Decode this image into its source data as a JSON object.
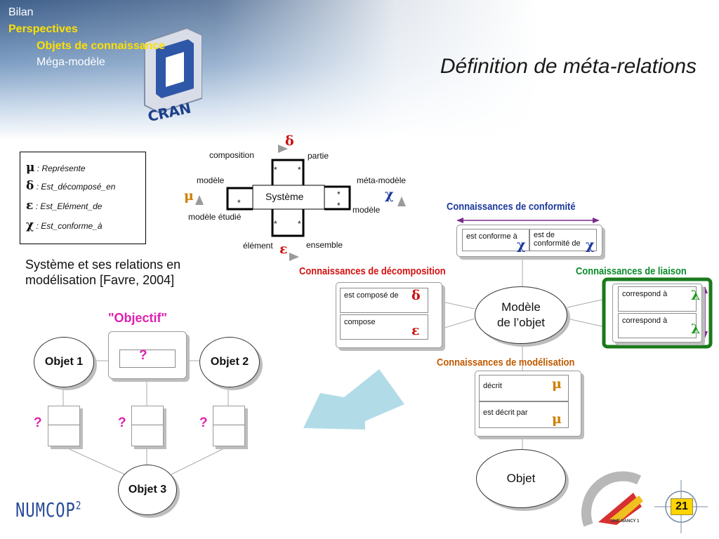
{
  "nav": {
    "item1": "Bilan",
    "item2": "Perspectives",
    "item3": "Objets de connaissance",
    "item4": "Méga-modèle"
  },
  "logo_text": "CRAN",
  "title": "Définition de méta-relations",
  "legend": {
    "mu": {
      "symbol": "μ",
      "text": ": Représente"
    },
    "delta": {
      "symbol": "δ",
      "text": ": Est_décomposé_en"
    },
    "epsilon": {
      "symbol": "ε",
      "text": ": Est_Elément_de"
    },
    "chi": {
      "symbol": "χ",
      "text": ": Est_conforme_à"
    }
  },
  "caption": "Système et ses relations en modélisation [Favre, 2004]",
  "systeme": {
    "center": "Système",
    "composition": "composition",
    "partie": "partie",
    "modele_left": "modèle",
    "modele_etudie": "modèle étudié",
    "meta_modele": "méta-modèle",
    "modele_right": "modèle",
    "element": "élément",
    "ensemble": "ensemble",
    "star": "*"
  },
  "objectif": {
    "label": "\"Objectif\"",
    "objet1": "Objet 1",
    "objet2": "Objet 2",
    "objet3": "Objet 3",
    "question": "?"
  },
  "knowledge": {
    "conformite": {
      "title": "Connaissances de conformité",
      "rel1": "est conforme à",
      "rel2": "est de conformité de"
    },
    "decomposition": {
      "title": "Connaissances de décomposition",
      "rel1": "est composé de",
      "rel2": "compose"
    },
    "liaison": {
      "title": "Connaissances de liaison",
      "rel1": "correspond à",
      "rel2": "correspond à"
    },
    "modelisation": {
      "title": "Connaissances de modélisation",
      "rel1": "décrit",
      "rel2": "est décrit par"
    },
    "modele_objet_line1": "Modèle",
    "modele_objet_line2": "de l’objet",
    "objet": "Objet"
  },
  "symbols": {
    "mu": "μ",
    "delta": "δ",
    "epsilon": "ε",
    "chi": "χ",
    "lambda": "λ"
  },
  "footer": {
    "numcop": "NUMCOP",
    "numcop_sup": "2",
    "uhp": "UHP NANCY 1",
    "page": "21"
  },
  "colors": {
    "nav_active": "#ffe000",
    "conformite": "#1c3a9c",
    "decomposition": "#d41010",
    "liaison": "#0a8a2a",
    "modelisation": "#c05a00",
    "delta_red": "#cc1010",
    "epsilon_red": "#cc1010",
    "chi_blue": "#1c3a9c",
    "lambda_green": "#1a9a1a",
    "mu_orange": "#d08000",
    "magenta": "#e020b0",
    "arrow_purple": "#7a2a8a"
  }
}
